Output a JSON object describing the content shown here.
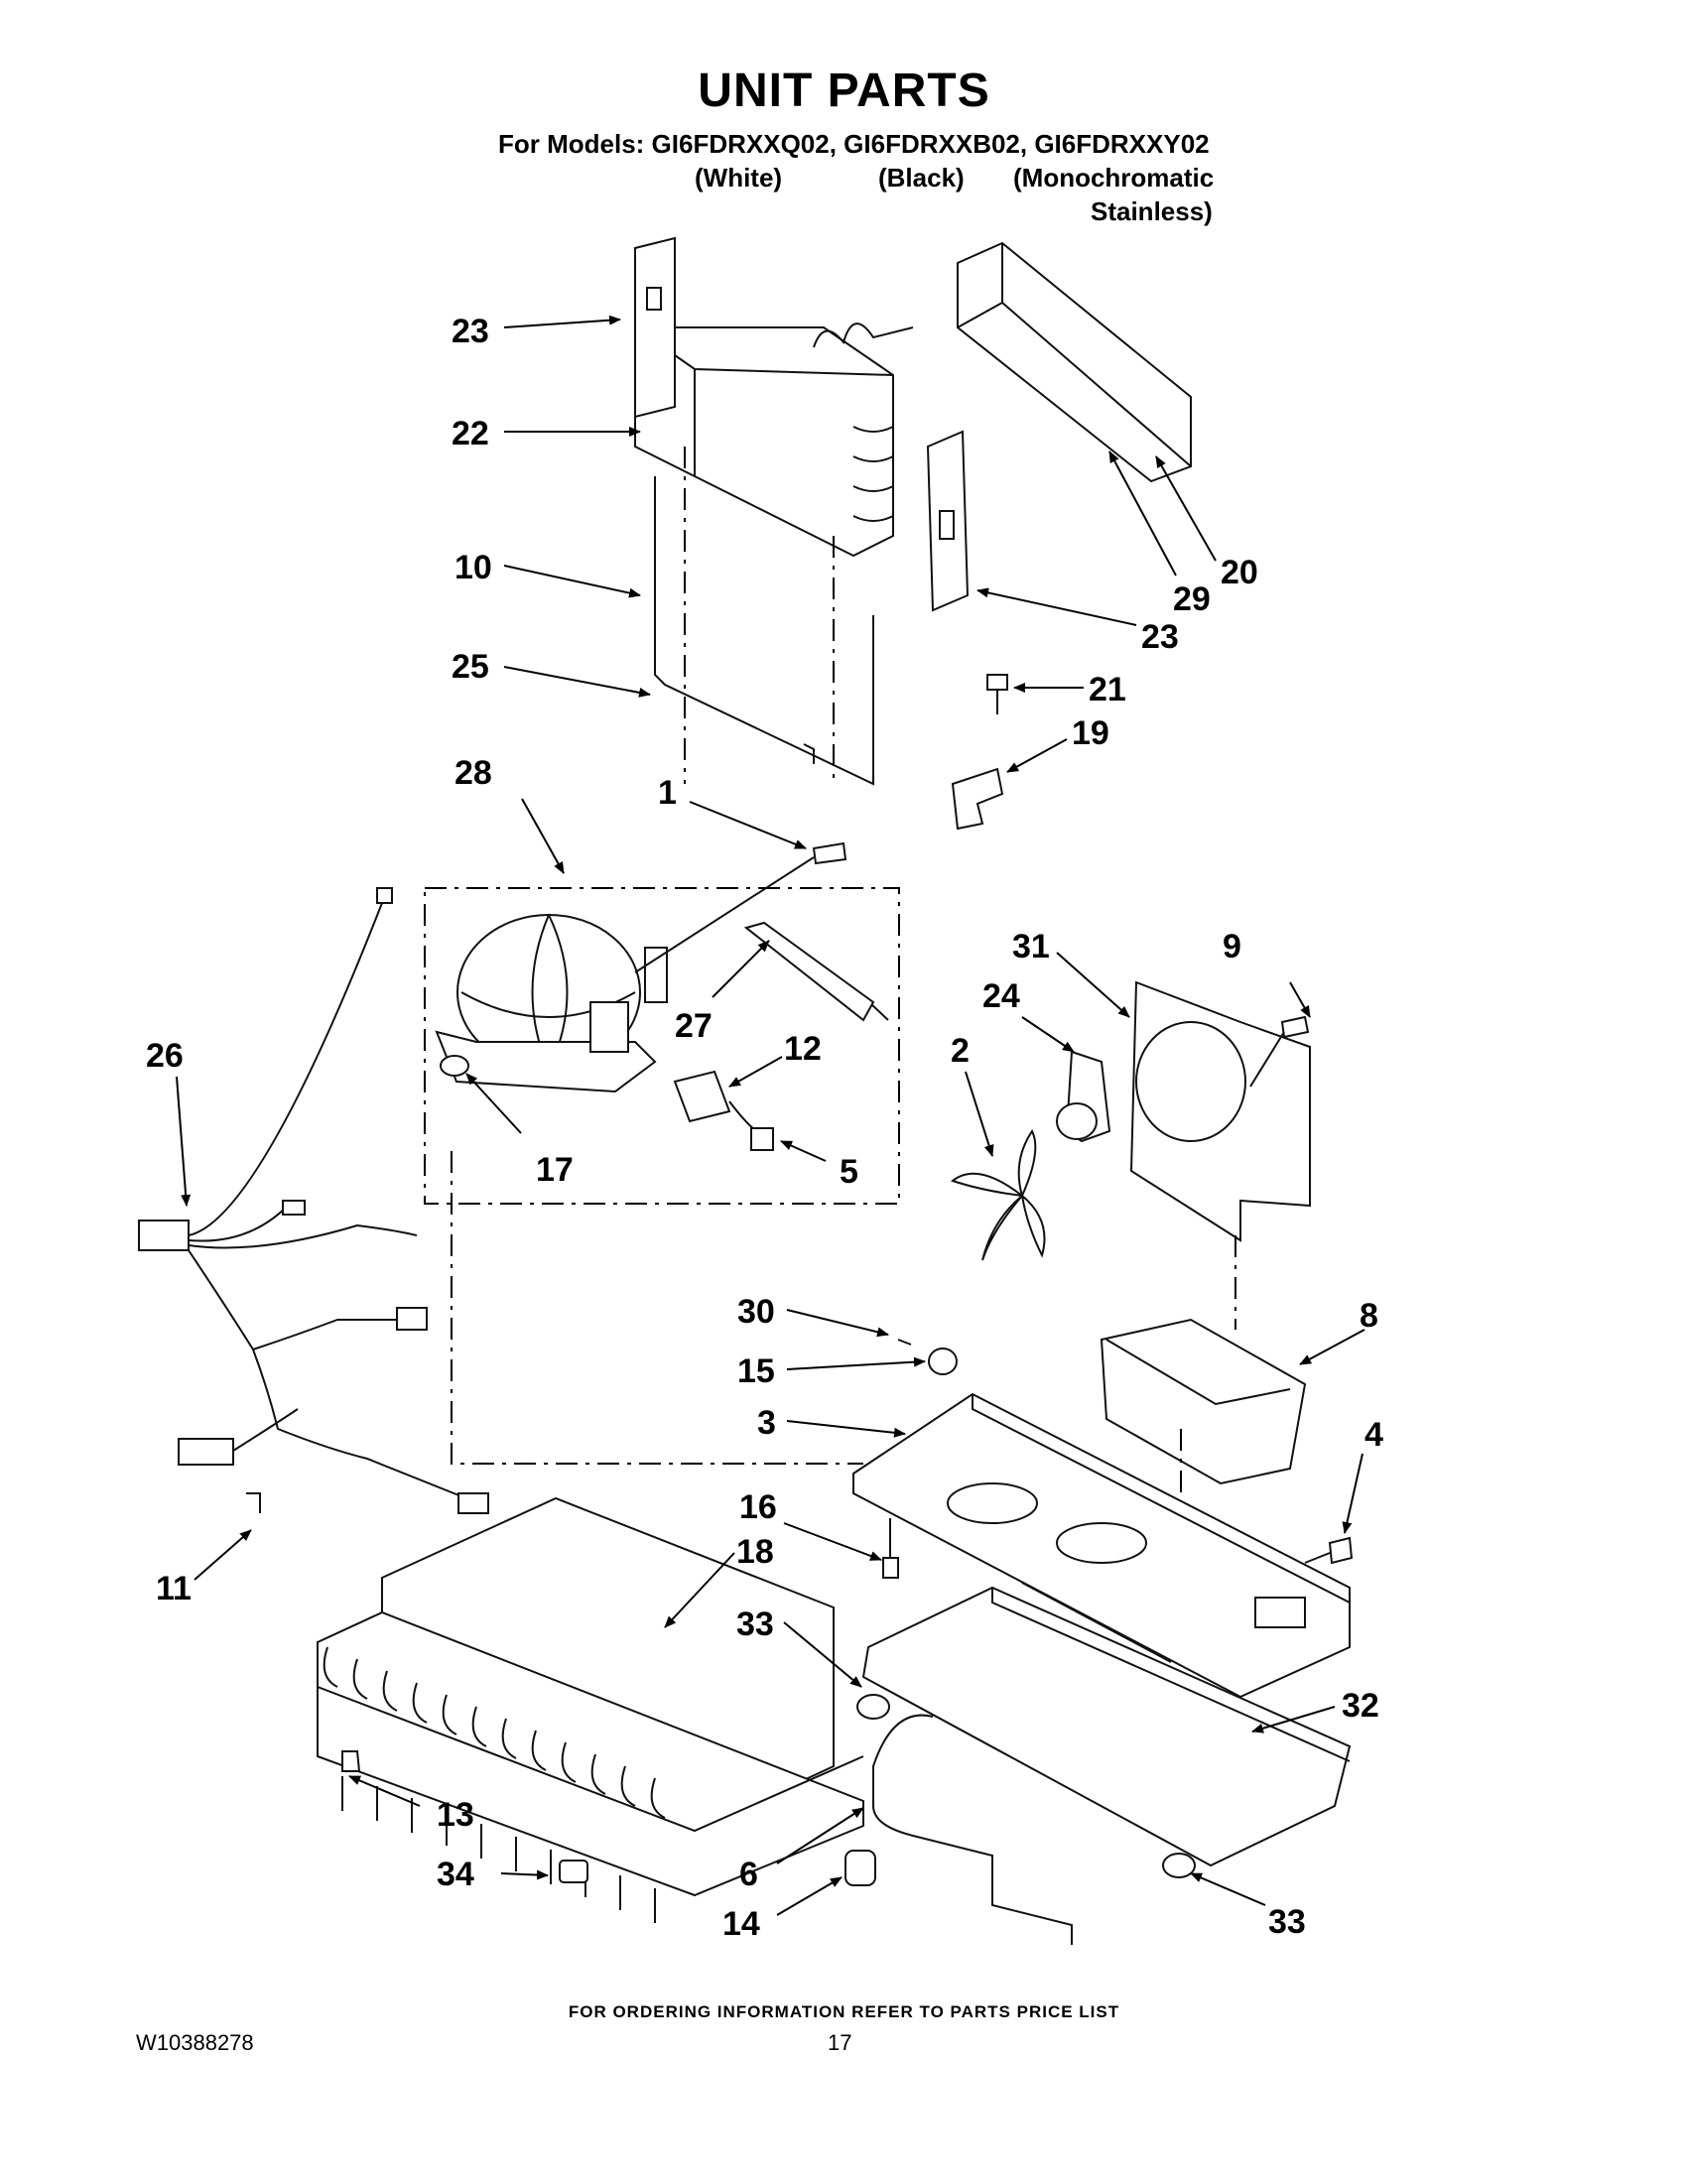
{
  "title": "UNIT PARTS",
  "models_line": "For Models: GI6FDRXXQ02, GI6FDRXXB02, GI6FDRXXY02",
  "colors": {
    "white": "(White)",
    "black": "(Black)",
    "mono_line1": "(Monochromatic",
    "mono_line2": "Stainless)"
  },
  "footer_note": "FOR ORDERING INFORMATION REFER TO PARTS PRICE LIST",
  "doc_number": "W10388278",
  "page_number": "17",
  "callouts": {
    "c1": "1",
    "c2": "2",
    "c3": "3",
    "c4": "4",
    "c5": "5",
    "c6": "6",
    "c8": "8",
    "c9": "9",
    "c10": "10",
    "c11": "11",
    "c12": "12",
    "c13": "13",
    "c14": "14",
    "c15": "15",
    "c16": "16",
    "c17": "17",
    "c18": "18",
    "c19": "19",
    "c20": "20",
    "c21": "21",
    "c22": "22",
    "c23a": "23",
    "c23b": "23",
    "c24": "24",
    "c25": "25",
    "c26": "26",
    "c27": "27",
    "c28": "28",
    "c29": "29",
    "c30": "30",
    "c31": "31",
    "c32": "32",
    "c33a": "33",
    "c33b": "33",
    "c34": "34"
  }
}
